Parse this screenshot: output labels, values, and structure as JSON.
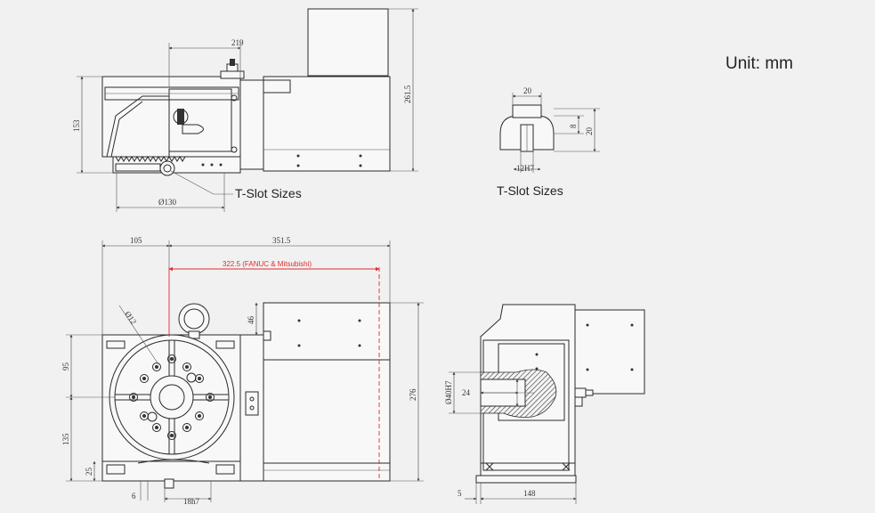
{
  "unit_label": "Unit: mm",
  "callouts": {
    "tslot_left": "T-Slot Sizes",
    "tslot_right": "T-Slot Sizes"
  },
  "dimensions": {
    "d219": "219",
    "d261": "261.5",
    "d153": "153",
    "d130": "Ø130",
    "d20a": "20",
    "d8": "8",
    "d20b": "20",
    "d12h7": "12H7",
    "d105": "105",
    "d351": "351.5",
    "d322": "322.5 (FANUC & Mitsubishi)",
    "d12dia": "Ø12",
    "d46": "46",
    "d95": "95",
    "d135": "135",
    "d25": "25",
    "d6": "6",
    "d18h7": "18h7",
    "d276": "276",
    "d40h7": "Ø40H7",
    "d24": "24",
    "d5": "5",
    "d148": "148"
  }
}
